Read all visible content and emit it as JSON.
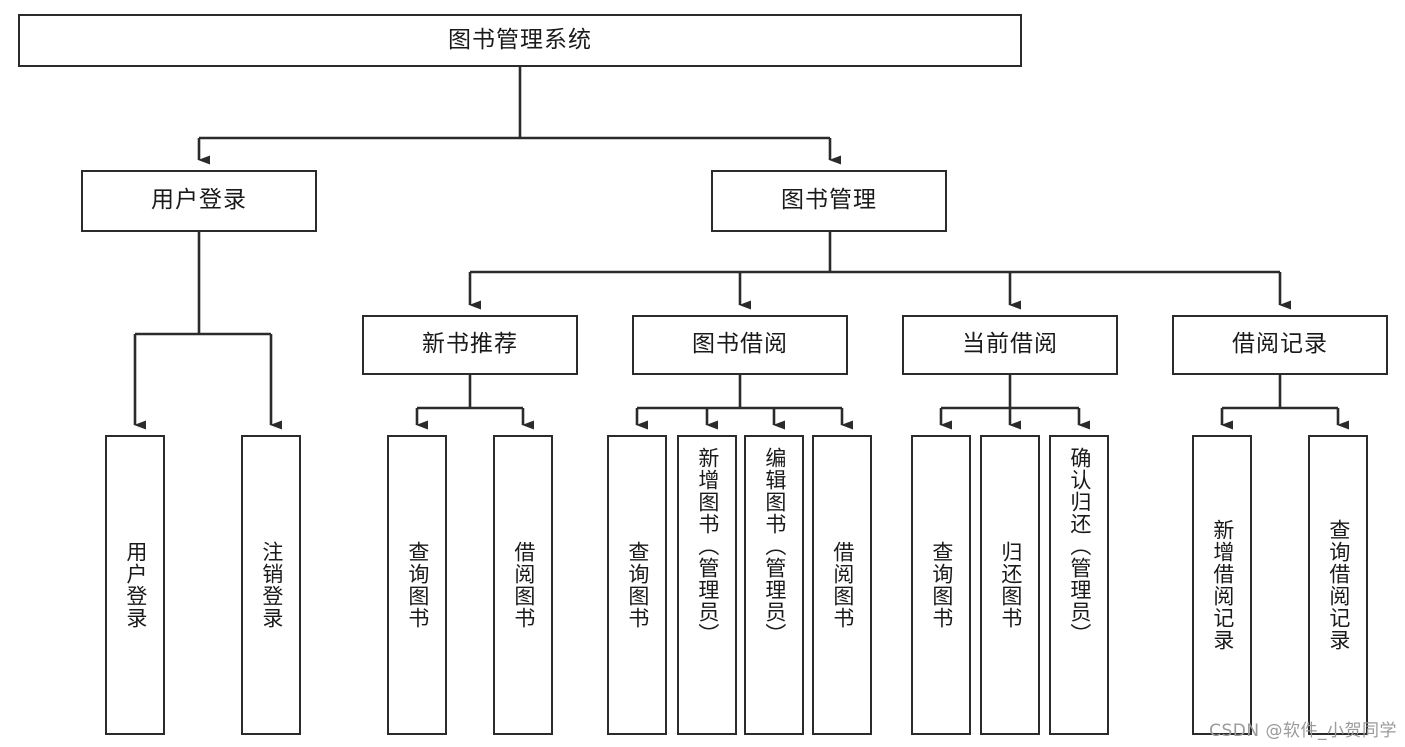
{
  "diagram": {
    "title": "图书管理系统",
    "type": "tree-hierarchy",
    "watermark": "CSDN @软件_小贺同学",
    "levels": {
      "root": {
        "label": "图书管理系统"
      },
      "level2": [
        {
          "id": "user-login",
          "label": "用户登录"
        },
        {
          "id": "book-manage",
          "label": "图书管理"
        }
      ],
      "level3": [
        {
          "id": "new-book-recommend",
          "label": "新书推荐",
          "parent": "book-manage"
        },
        {
          "id": "book-borrow",
          "label": "图书借阅",
          "parent": "book-manage"
        },
        {
          "id": "current-borrow",
          "label": "当前借阅",
          "parent": "book-manage"
        },
        {
          "id": "borrow-record",
          "label": "借阅记录",
          "parent": "book-manage"
        }
      ],
      "leaves": [
        {
          "id": "leaf-user-login",
          "label": "用户登录",
          "parent": "user-login"
        },
        {
          "id": "leaf-logout",
          "label": "注销登录",
          "parent": "user-login"
        },
        {
          "id": "leaf-query-book-1",
          "label": "查询图书",
          "parent": "new-book-recommend"
        },
        {
          "id": "leaf-borrow-book-1",
          "label": "借阅图书",
          "parent": "new-book-recommend"
        },
        {
          "id": "leaf-query-book-2",
          "label": "查询图书",
          "parent": "book-borrow"
        },
        {
          "id": "leaf-add-book",
          "label": "新增图书（管理员）",
          "parent": "book-borrow"
        },
        {
          "id": "leaf-edit-book",
          "label": "编辑图书（管理员）",
          "parent": "book-borrow"
        },
        {
          "id": "leaf-borrow-book-2",
          "label": "借阅图书",
          "parent": "book-borrow"
        },
        {
          "id": "leaf-query-book-3",
          "label": "查询图书",
          "parent": "current-borrow"
        },
        {
          "id": "leaf-return-book",
          "label": "归还图书",
          "parent": "current-borrow"
        },
        {
          "id": "leaf-confirm-return",
          "label": "确认归还（管理员）",
          "parent": "current-borrow"
        },
        {
          "id": "leaf-add-record",
          "label": "新增借阅记录",
          "parent": "borrow-record"
        },
        {
          "id": "leaf-query-record",
          "label": "查询借阅记录",
          "parent": "borrow-record"
        }
      ]
    },
    "colors": {
      "stroke": "#2b2b2b",
      "fill": "#ffffff",
      "text": "#1a1a1a",
      "watermark": "#9a9a9a"
    }
  }
}
